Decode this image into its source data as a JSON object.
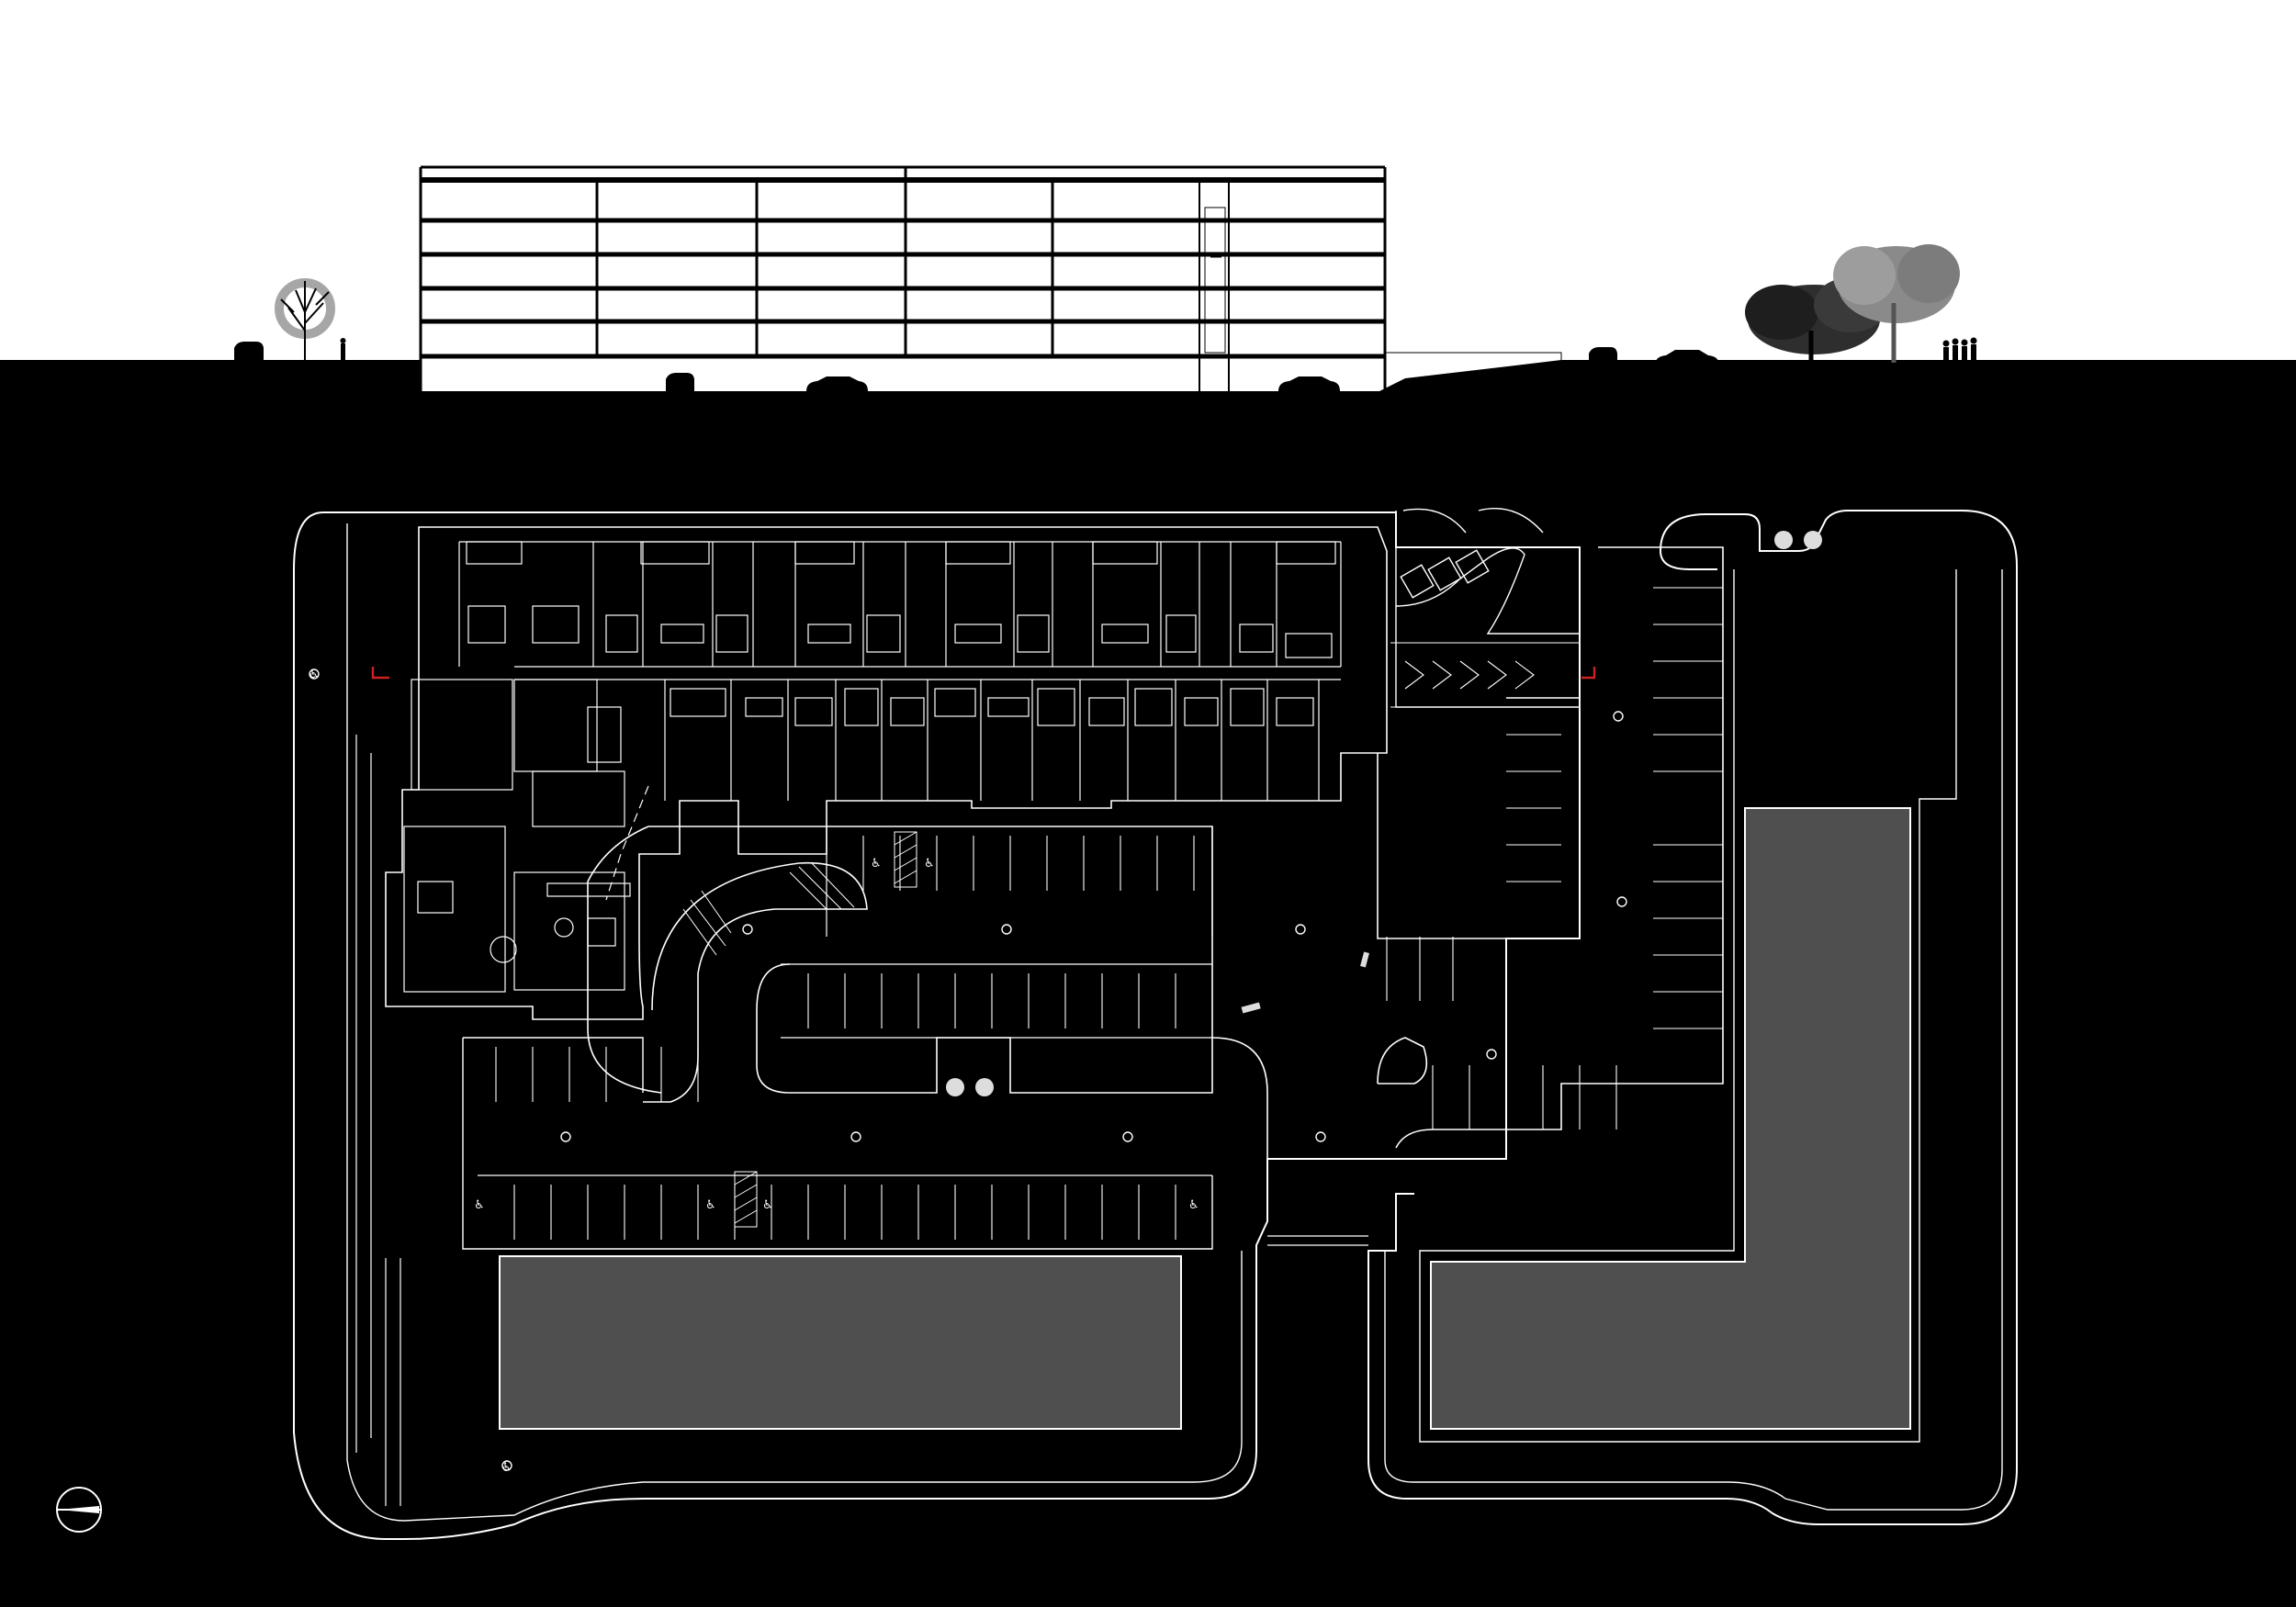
{
  "sheet": {
    "background_color": "#ffffff",
    "ground_color": "#000000",
    "linework_color": "#ffffff",
    "accent_color": "#cc2222",
    "building_footprint_color": "#4f4f4f",
    "tree_dark_color": "#2e2e2e",
    "tree_light_color": "#8a8a8a"
  },
  "section": {
    "floors_above_grade": 5,
    "parking_levels_below_grade": 1,
    "vehicles_in_section": 6,
    "pedestrians_in_section": 4,
    "trees_in_section": 3
  },
  "plan": {
    "buildings_shown": 2,
    "parking_columns_visible": 14,
    "accessible_parking_marks": 8,
    "section_cut_marks": 2
  },
  "legend": {
    "north_arrow_icon": "north-arrow-icon",
    "accessible_symbol": "♿"
  }
}
